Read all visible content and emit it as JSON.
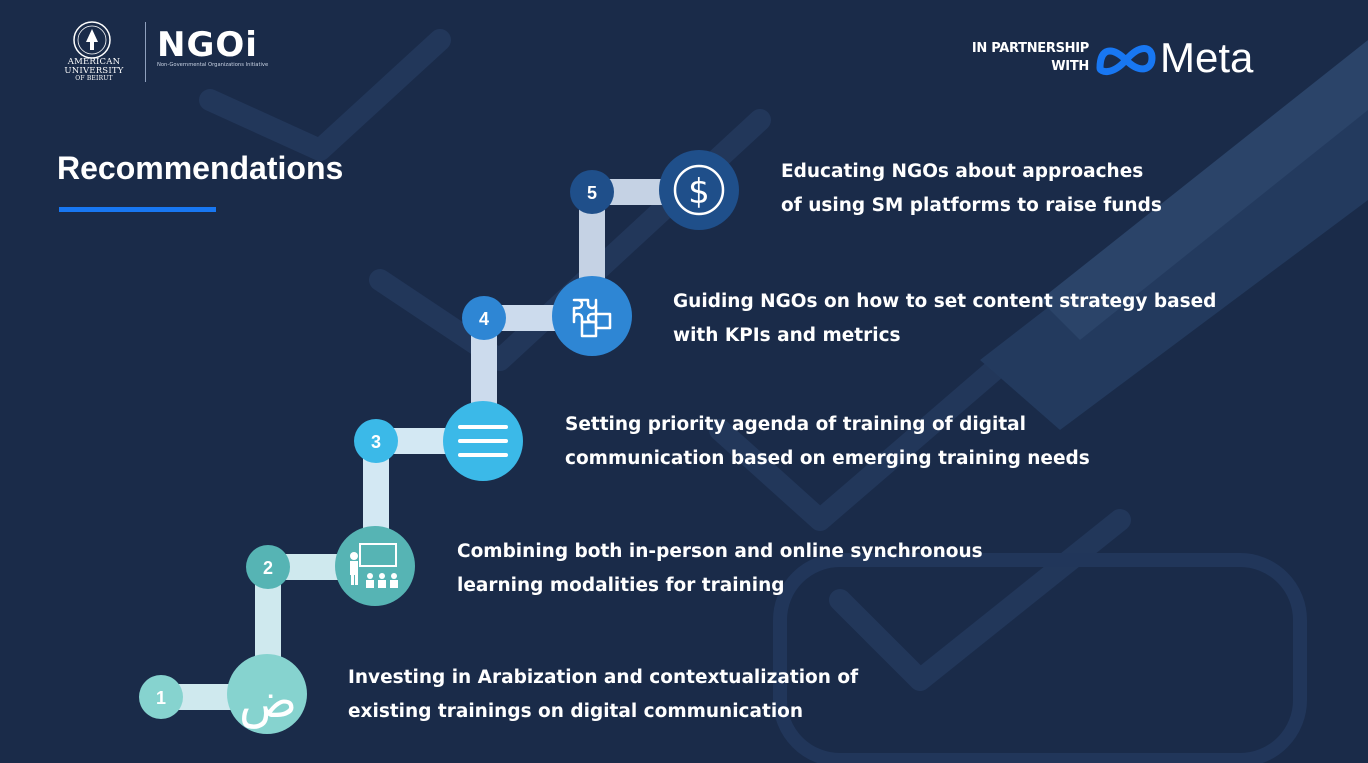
{
  "header": {
    "aub_line1": "AMERICAN",
    "aub_line2": "UNIVERSITY",
    "aub_line3": "OF BEIRUT",
    "ngoi_logo": "NGOi",
    "ngoi_subtitle": "Non-Governmental Organizations Initiative",
    "partner_line1": "IN PARTNERSHIP",
    "partner_line2": "WITH",
    "partner_brand": "Meta"
  },
  "title": "Recommendations",
  "steps": [
    {
      "number": "1",
      "icon": "arabic-letter-icon",
      "glyph": "ض",
      "lines": [
        "Investing in Arabization and contextualization of",
        "existing trainings on digital communication"
      ]
    },
    {
      "number": "2",
      "icon": "classroom-icon",
      "lines": [
        "Combining both in-person and online synchronous",
        "learning modalities for training"
      ]
    },
    {
      "number": "3",
      "icon": "list-icon",
      "lines": [
        "Setting priority agenda of training of digital",
        "communication based on emerging training needs"
      ]
    },
    {
      "number": "4",
      "icon": "puzzle-icon",
      "lines": [
        "Guiding NGOs on how to set content strategy based",
        "with KPIs and metrics"
      ]
    },
    {
      "number": "5",
      "icon": "dollar-icon",
      "glyph": "$",
      "lines": [
        "Educating NGOs about approaches",
        "of using SM platforms to raise funds"
      ]
    }
  ],
  "colors": {
    "background": "#1a2b49",
    "accent_bar": "#1877f2",
    "step1": "#86d3cf",
    "step2": "#56b4b4",
    "step3": "#3bb9e8",
    "step4": "#2e86d4",
    "step5": "#1f4f8a"
  }
}
